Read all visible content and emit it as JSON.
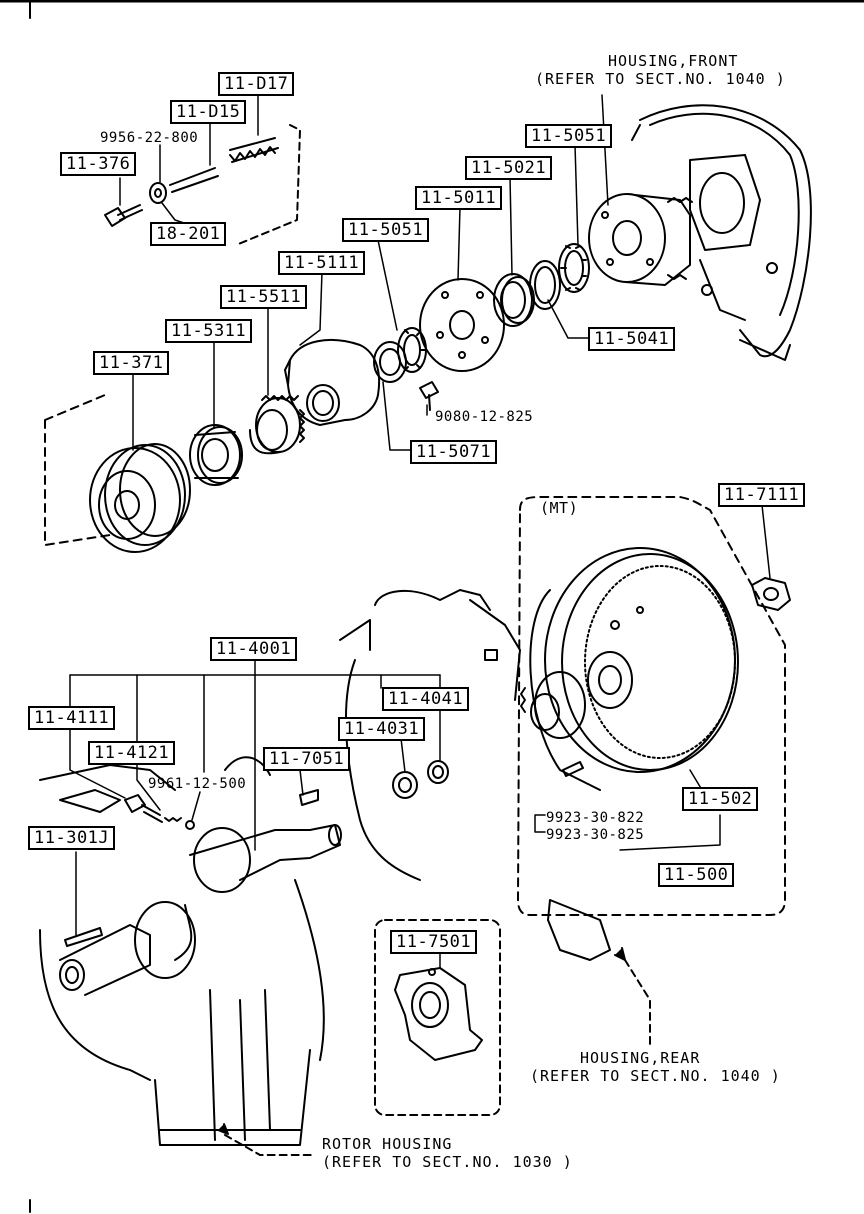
{
  "labels": {
    "p11d17": "11-D17",
    "p11d15": "11-D15",
    "p9956": "9956-22-800",
    "p11376": "11-376",
    "p18201": "18-201",
    "p115051a": "11-5051",
    "p115021": "11-5021",
    "p115011": "11-5011",
    "p115051b": "11-5051",
    "p115111": "11-5111",
    "p115511": "11-5511",
    "p115311": "11-5311",
    "p11371": "11-371",
    "p115041": "11-5041",
    "p9080": "9080-12-825",
    "p115071": "11-5071",
    "p117111": "11-7111",
    "mt": "(MT)",
    "p114001": "11-4001",
    "p114041": "11-4041",
    "p114031": "11-4031",
    "p114111": "11-4111",
    "p114121": "11-4121",
    "p9961": "9961-12-500",
    "p117051": "11-7051",
    "p11301j": "11-301J",
    "p11502": "11-502",
    "p9923822": "9923-30-822",
    "p9923825": "9923-30-825",
    "p11500": "11-500",
    "p117501": "11-7501"
  },
  "refs": {
    "front_title": "HOUSING,FRONT",
    "front_ref": "(REFER TO SECT.NO. 1040 )",
    "rear_title": "HOUSING,REAR",
    "rear_ref": "(REFER TO SECT.NO. 1040 )",
    "rotor_title": "ROTOR HOUSING",
    "rotor_ref": "(REFER TO SECT.NO. 1030 )"
  }
}
